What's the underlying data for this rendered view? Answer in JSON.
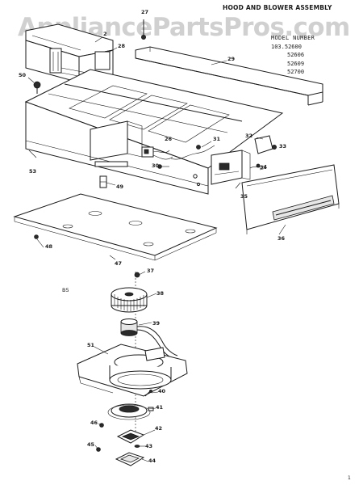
{
  "title": "HOOD AND BLOWER ASSEMBLY",
  "watermark": "AppliancePartsPros.com",
  "models": {
    "heading": "MODEL NUMBER",
    "numbers": [
      "103.52600",
      "52606",
      "52609",
      "52700"
    ]
  },
  "section_label": "B5",
  "corner_mark": "1",
  "callouts": [
    {
      "id": "c27a",
      "text": "27"
    },
    {
      "id": "c2",
      "text": "2"
    },
    {
      "id": "c28",
      "text": "28"
    },
    {
      "id": "c29",
      "text": "29"
    },
    {
      "id": "c50",
      "text": "50"
    },
    {
      "id": "c31",
      "text": "31"
    },
    {
      "id": "c32",
      "text": "32"
    },
    {
      "id": "c33",
      "text": "33"
    },
    {
      "id": "c26",
      "text": "26"
    },
    {
      "id": "c30",
      "text": "30"
    },
    {
      "id": "c34",
      "text": "34"
    },
    {
      "id": "c53",
      "text": "53"
    },
    {
      "id": "c49",
      "text": "49"
    },
    {
      "id": "c35",
      "text": "35"
    },
    {
      "id": "c36",
      "text": "36"
    },
    {
      "id": "c48",
      "text": "48"
    },
    {
      "id": "c47",
      "text": "47"
    },
    {
      "id": "c37",
      "text": "37"
    },
    {
      "id": "c38",
      "text": "38"
    },
    {
      "id": "c39",
      "text": "39"
    },
    {
      "id": "c51",
      "text": "51"
    },
    {
      "id": "c40",
      "text": "40"
    },
    {
      "id": "c41",
      "text": "41"
    },
    {
      "id": "c46",
      "text": "46"
    },
    {
      "id": "c42",
      "text": "42"
    },
    {
      "id": "c45",
      "text": "45"
    },
    {
      "id": "c43",
      "text": "43"
    },
    {
      "id": "c44",
      "text": "44"
    }
  ]
}
